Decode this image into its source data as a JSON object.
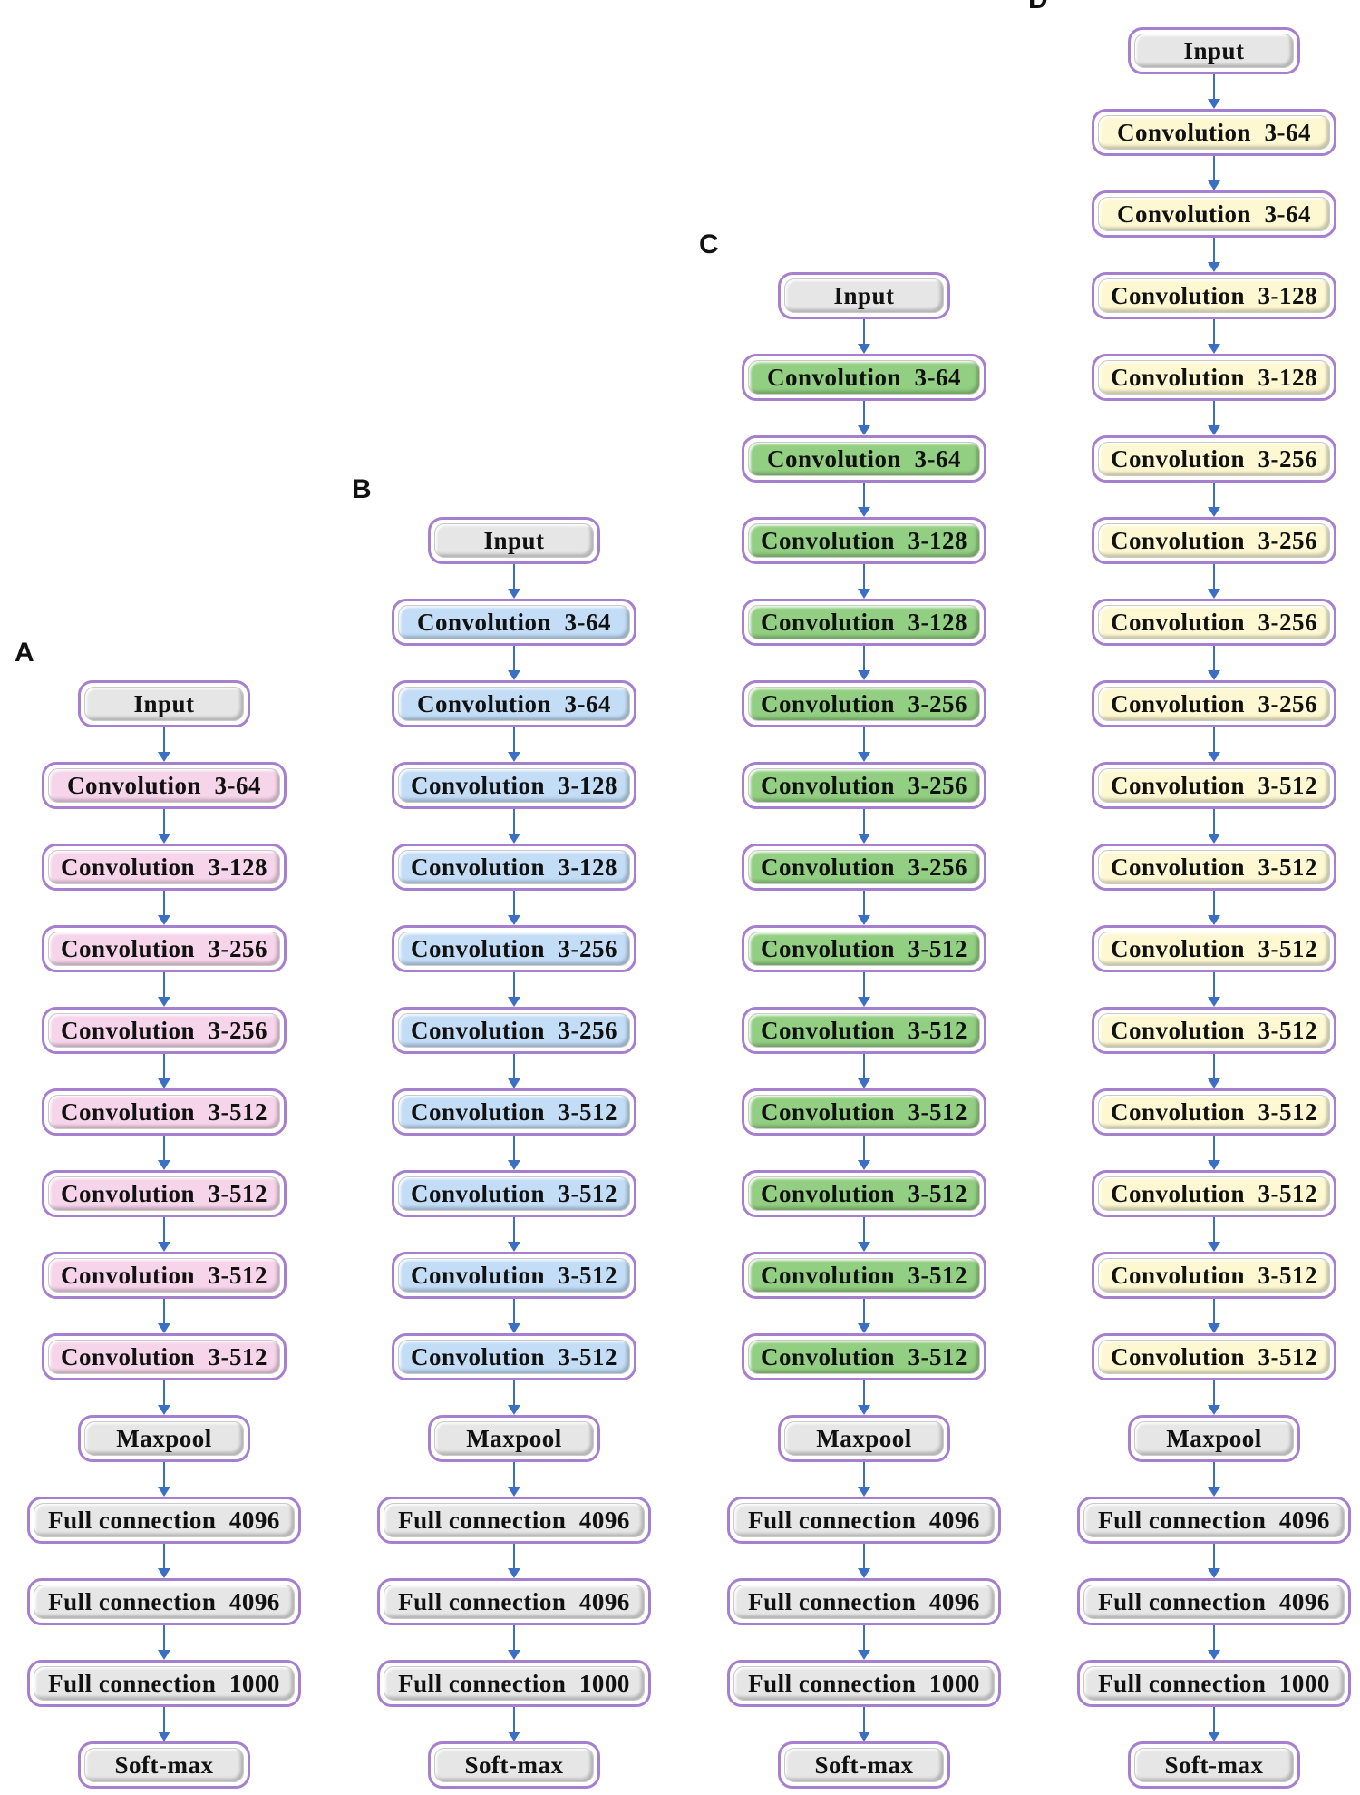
{
  "columns": [
    {
      "label": "A",
      "conv_color": "#f6d5ea",
      "nodes": [
        "Input",
        "Convolution  3-64",
        "Convolution  3-128",
        "Convolution  3-256",
        "Convolution  3-256",
        "Convolution  3-512",
        "Convolution  3-512",
        "Convolution  3-512",
        "Convolution  3-512",
        "Maxpool",
        "Full connection  4096",
        "Full connection  4096",
        "Full connection  1000",
        "Soft-max"
      ]
    },
    {
      "label": "B",
      "conv_color": "#c3ddf7",
      "nodes": [
        "Input",
        "Convolution  3-64",
        "Convolution  3-64",
        "Convolution  3-128",
        "Convolution  3-128",
        "Convolution  3-256",
        "Convolution  3-256",
        "Convolution  3-512",
        "Convolution  3-512",
        "Convolution  3-512",
        "Convolution  3-512",
        "Maxpool",
        "Full connection  4096",
        "Full connection  4096",
        "Full connection  1000",
        "Soft-max"
      ]
    },
    {
      "label": "C",
      "conv_color": "#93cf82",
      "nodes": [
        "Input",
        "Convolution  3-64",
        "Convolution  3-64",
        "Convolution  3-128",
        "Convolution  3-128",
        "Convolution  3-256",
        "Convolution  3-256",
        "Convolution  3-256",
        "Convolution  3-512",
        "Convolution  3-512",
        "Convolution  3-512",
        "Convolution  3-512",
        "Convolution  3-512",
        "Convolution  3-512",
        "Maxpool",
        "Full connection  4096",
        "Full connection  4096",
        "Full connection  1000",
        "Soft-max"
      ]
    },
    {
      "label": "D",
      "conv_color": "#fdf8d2",
      "nodes": [
        "Input",
        "Convolution  3-64",
        "Convolution  3-64",
        "Convolution  3-128",
        "Convolution  3-128",
        "Convolution  3-256",
        "Convolution  3-256",
        "Convolution  3-256",
        "Convolution  3-256",
        "Convolution  3-512",
        "Convolution  3-512",
        "Convolution  3-512",
        "Convolution  3-512",
        "Convolution  3-512",
        "Convolution  3-512",
        "Convolution  3-512",
        "Convolution  3-512",
        "Maxpool",
        "Full connection  4096",
        "Full connection  4096",
        "Full connection  1000",
        "Soft-max"
      ]
    }
  ],
  "colors": {
    "gray_node": "#e6e6e6",
    "border": "#a67fcf",
    "arrow": "#3a6fc4"
  }
}
